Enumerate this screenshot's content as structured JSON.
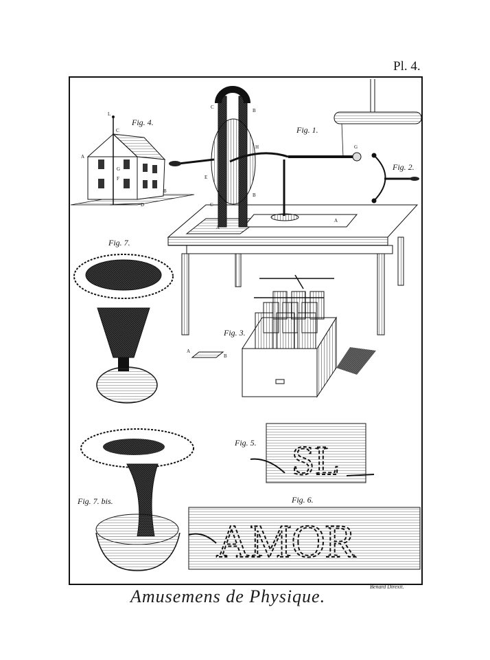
{
  "plate": {
    "number": "Pl. 4.",
    "title": "Amusemens de Physique.",
    "engraver": "Benard Direxit."
  },
  "figures": {
    "fig1": "Fig. 1.",
    "fig2": "Fig. 2.",
    "fig3": "Fig. 3.",
    "fig4": "Fig. 4.",
    "fig5": "Fig. 5.",
    "fig6": "Fig. 6.",
    "fig7": "Fig. 7.",
    "fig7bis": "Fig. 7. bis."
  },
  "panels": {
    "fig5_word": "SL",
    "fig6_word": "AMOR"
  },
  "letters": {
    "A": "A",
    "B": "B",
    "C": "C",
    "D": "D",
    "E": "E",
    "F": "F",
    "G": "G",
    "H": "H",
    "L": "L"
  }
}
